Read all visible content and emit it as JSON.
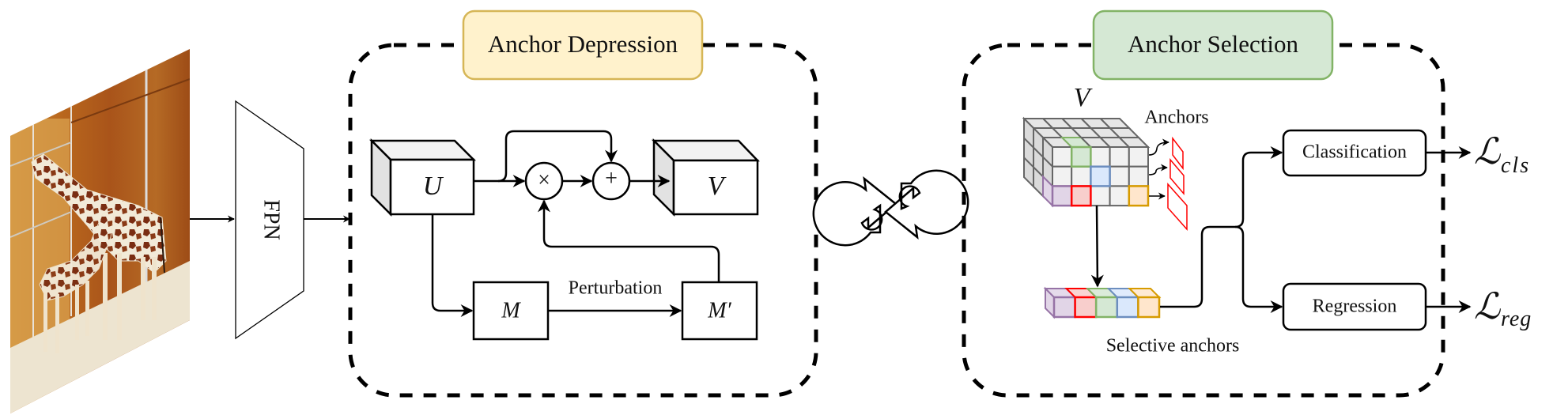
{
  "figure": {
    "input_image": {
      "semantic": "input-photo",
      "description": "two giraffes standing in front of a wooden wall"
    },
    "backbone": {
      "label": "FPN"
    },
    "anchor_depression": {
      "title": "Anchor Depression",
      "title_fill": "#fff2cc",
      "title_stroke": "#d6b656",
      "input_tensor": "U",
      "output_tensor": "V",
      "multiply_op": "×",
      "add_op": "+",
      "mask": "M",
      "perturbed_mask": "M′",
      "perturbation_label": "Perturbation"
    },
    "cycle_icon": {
      "semantic": "alternating-optimization-icon"
    },
    "anchor_selection": {
      "title": "Anchor Selection",
      "title_fill": "#d5e8d4",
      "title_stroke": "#82b366",
      "feature_label": "V",
      "anchors_label": "Anchors",
      "selective_anchors_label": "Selective anchors",
      "selected_cell_colors": [
        {
          "name": "purple",
          "fill": "#e1d5e7",
          "stroke": "#9673a6"
        },
        {
          "name": "red",
          "fill": "#f8cecc",
          "stroke": "#ff0000"
        },
        {
          "name": "green",
          "fill": "#d5e8d4",
          "stroke": "#82b366"
        },
        {
          "name": "blue",
          "fill": "#dae8fc",
          "stroke": "#6c8ebf"
        },
        {
          "name": "orange",
          "fill": "#ffe6cc",
          "stroke": "#d79b00"
        }
      ],
      "anchor_box_color": "#ff0000",
      "heads": [
        {
          "label": "Classification",
          "loss_symbol": "ℒ",
          "loss_subscript": "cls"
        },
        {
          "label": "Regression",
          "loss_symbol": "ℒ",
          "loss_subscript": "reg"
        }
      ]
    }
  }
}
